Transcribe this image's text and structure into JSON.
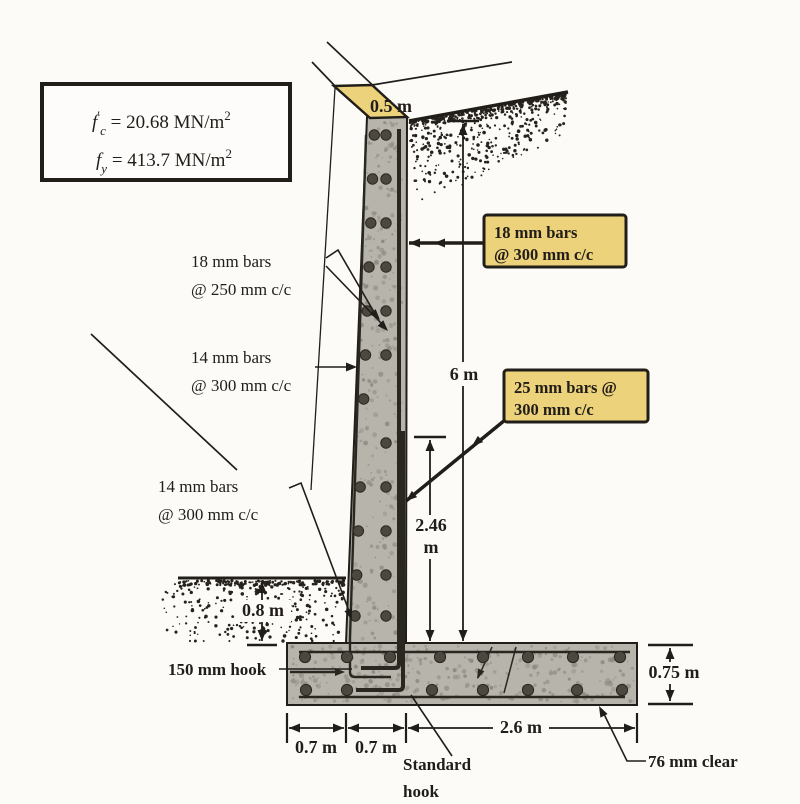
{
  "colors": {
    "paper": "#fcfbf8",
    "ink": "#211d18",
    "highlight": "#edd27c",
    "concrete": "#b7b4ac"
  },
  "material_properties": {
    "fc_sym": "f",
    "fc_prime": "′",
    "fc_sub": "c",
    "fc_eq": " = 20.68 MN/m",
    "fc_sup": "2",
    "fy_sym": "f",
    "fy_sub": "y",
    "fy_eq": " = 413.7 MN/m",
    "fy_sup": "2"
  },
  "callouts": {
    "top_width": "0.5 m",
    "stem_bars_18_300_line1": "18 mm bars",
    "stem_bars_18_300_line2": "@ 300 mm c/c",
    "dowel_bars_25_300_line1": "25 mm bars @",
    "dowel_bars_25_300_line2": "300 mm c/c",
    "horiz_bars_18_250_line1": "18 mm bars",
    "horiz_bars_18_250_line2": "@ 250 mm c/c",
    "horiz_bars_14_300_upper_line1": "14 mm bars",
    "horiz_bars_14_300_upper_line2": "@ 300 mm c/c",
    "horiz_bars_14_300_lower_line1": "14 mm bars",
    "horiz_bars_14_300_lower_line2": "@ 300 mm c/c",
    "hook_150": "150 mm hook",
    "standard_hook_line1": "Standard",
    "standard_hook_line2": "hook",
    "clear_cover": "76 mm clear"
  },
  "dimensions": {
    "stem_height": "6 m",
    "dowel_extension_value": "2.46",
    "dowel_extension_unit": "m",
    "front_soil_depth": "0.8 m",
    "footing_thickness": "0.75 m",
    "toe_width": "0.7 m",
    "stem_base_width": "0.7 m",
    "heel_width": "2.6 m"
  }
}
